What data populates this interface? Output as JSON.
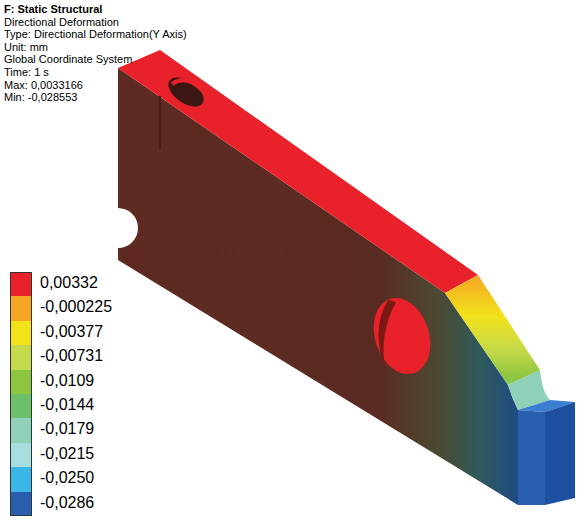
{
  "diagram": {
    "title": "F: Static Structural",
    "labels": [
      "Directional Deformation",
      "Type: Directional Deformation(Y Axis)",
      "Unit: mm",
      "Global Coordinate System",
      "Time: 1 s",
      "Max: 0,0033166",
      "Min: -0,028553"
    ],
    "legend": [
      {
        "text": "0,00332",
        "color": "#e8212a"
      },
      {
        "text": "-0,000225",
        "color": "#f5a623"
      },
      {
        "text": "-0,00377",
        "color": "#f2e21a"
      },
      {
        "text": "-0,00731",
        "color": "#c5d94a"
      },
      {
        "text": "-0,0109",
        "color": "#8cc63f"
      },
      {
        "text": "-0,0144",
        "color": "#6dbf6a"
      },
      {
        "text": "-0,0179",
        "color": "#8fd1b6"
      },
      {
        "text": "-0,0215",
        "color": "#a8dde0"
      },
      {
        "text": "-0,0250",
        "color": "#3ab7e8"
      },
      {
        "text": "-0,0286",
        "color": "#2a5fb0"
      }
    ]
  }
}
